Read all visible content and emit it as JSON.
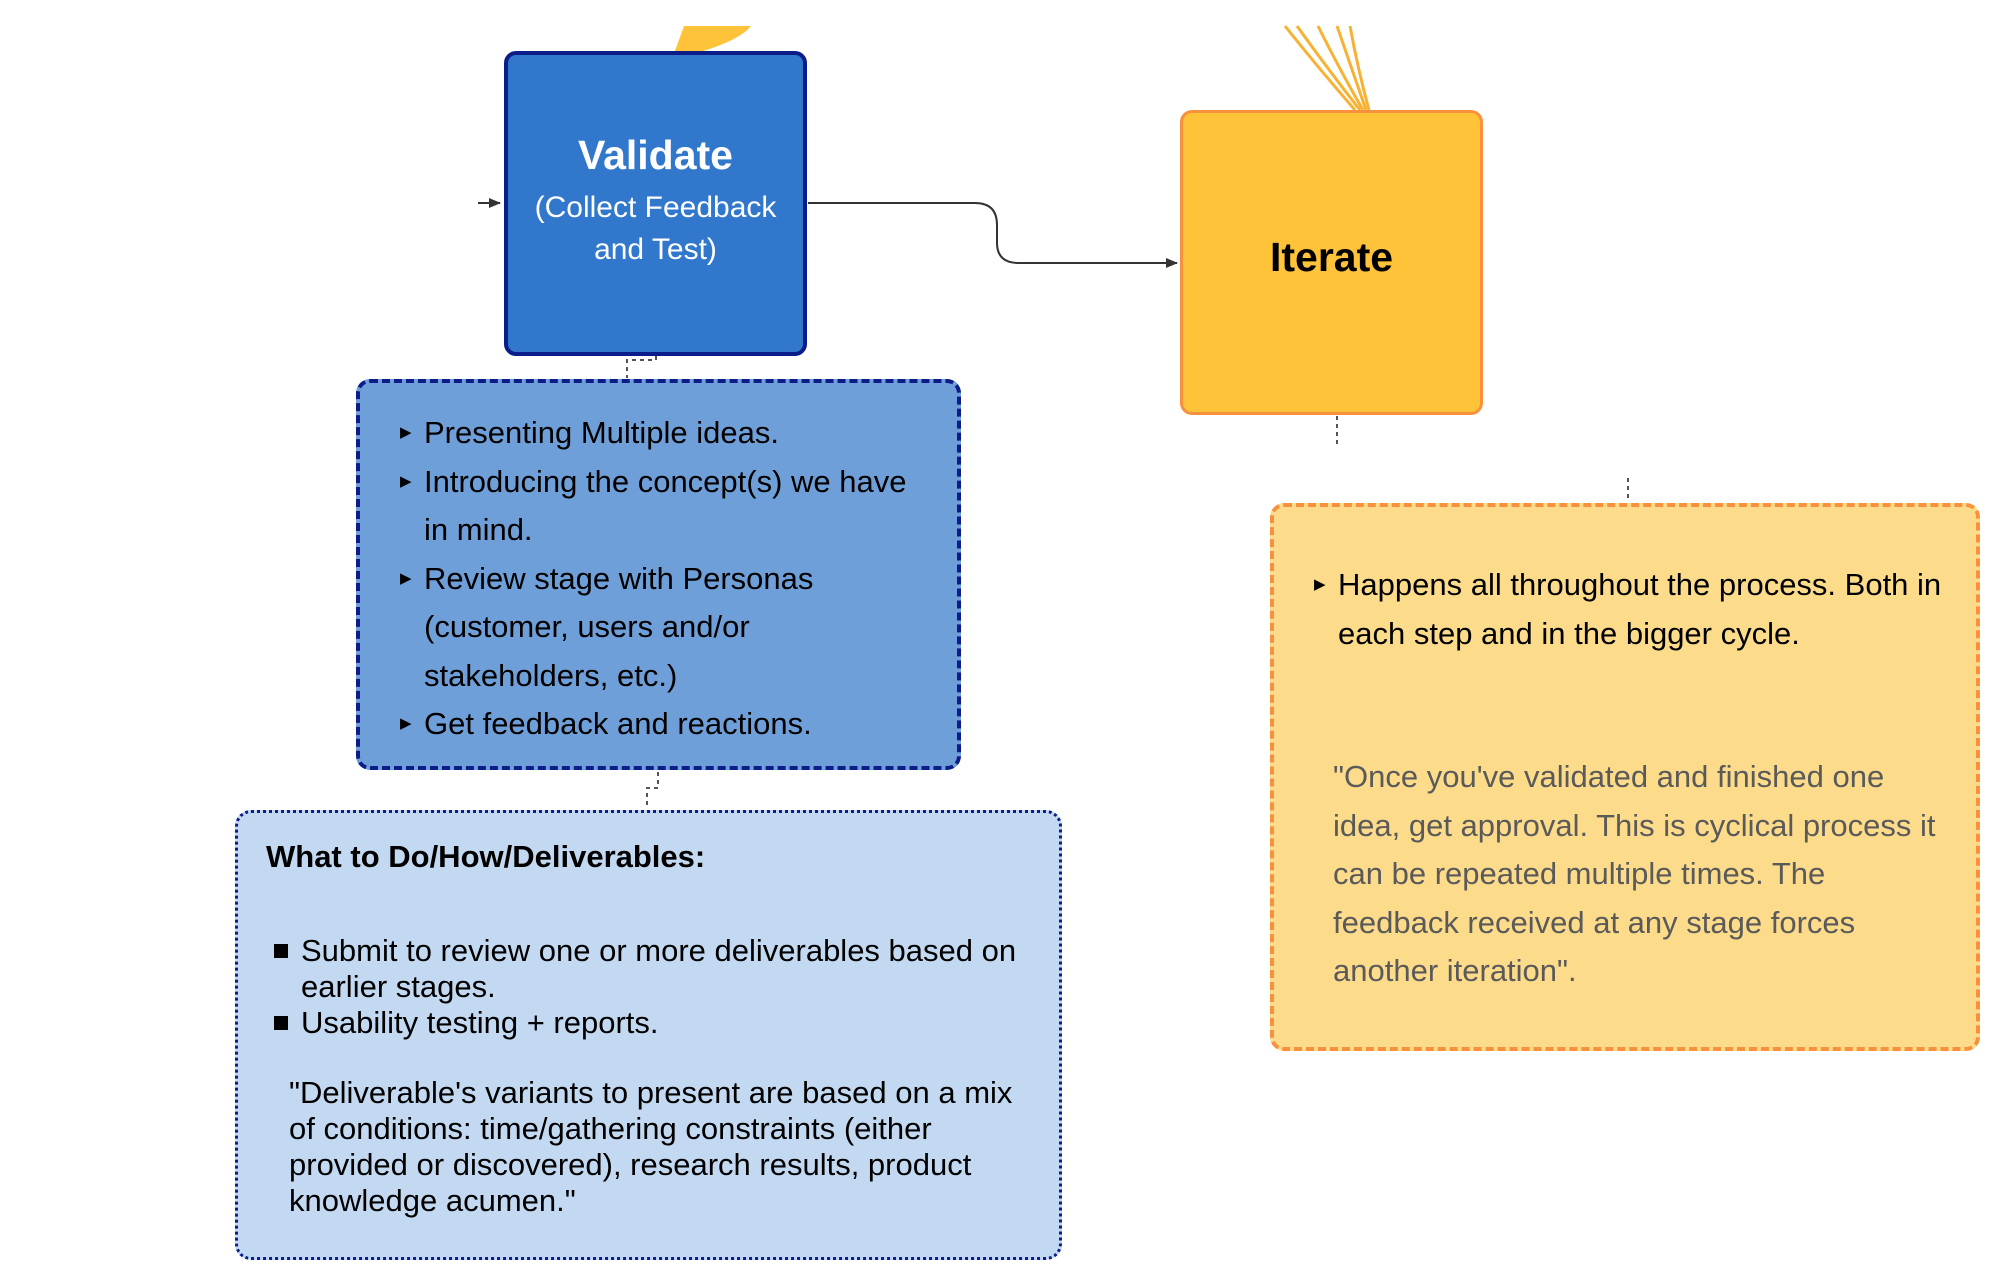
{
  "nodes": {
    "validate": {
      "title": "Validate",
      "subtitle": "(Collect Feedback\nand Test)"
    },
    "iterate": {
      "title": "Iterate"
    }
  },
  "validate_notes": {
    "bullets": [
      "Presenting Multiple ideas.",
      "Introducing the concept(s) we have in mind.",
      "Review stage with Personas (customer, users and/or stakeholders, etc.)",
      "Get feedback and reactions."
    ]
  },
  "deliverables": {
    "heading": "What to Do/How/Deliverables:",
    "items": [
      "Submit to review one or more deliverables based on earlier stages.",
      "Usability testing + reports."
    ],
    "quote": "\"Deliverable's variants to present are based on a mix of conditions: time/gathering constraints (either provided or discovered), research results, product knowledge acumen.\""
  },
  "iterate_notes": {
    "bullets": [
      "Happens all throughout the process. Both in each step and in the bigger cycle."
    ],
    "quote": "\"Once you've validated and finished one idea, get approval. This is cyclical process it can be repeated multiple times. The feedback received at any stage forces another iteration\"."
  },
  "colors": {
    "validate_fill": "#3178CD",
    "validate_border": "#0C1D8A",
    "validate_notes_fill": "#6F9FD8",
    "deliverables_fill": "#C3D9F1",
    "iterate_fill": "#FFC33A",
    "iterate_border": "#F9913C",
    "iterate_notes_fill": "#FCDB8A",
    "quote_text": "#5A5A5A",
    "connector": "#333333"
  },
  "icons": {
    "validate_bullet": "triangle-right-bullet",
    "deliverable_bullet": "black-square-bullet",
    "iterate_bullet": "triangle-right-bullet"
  }
}
